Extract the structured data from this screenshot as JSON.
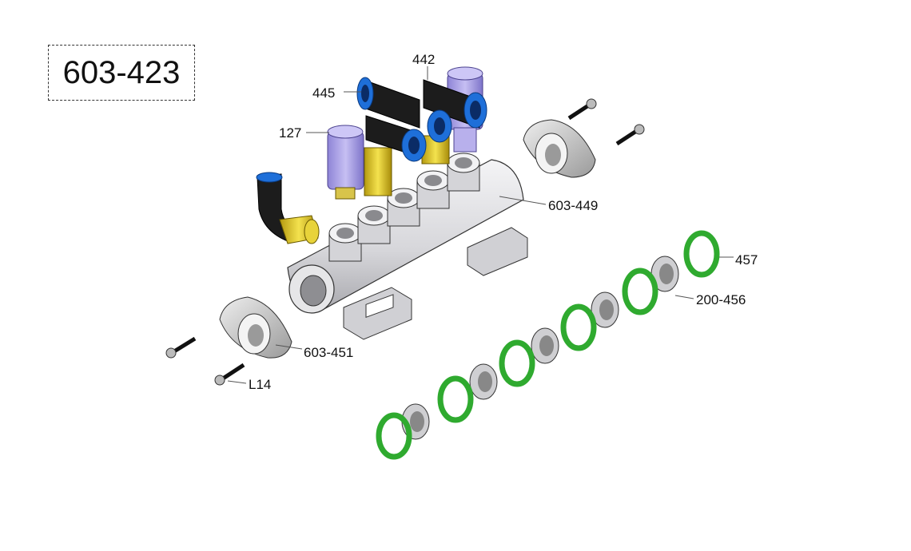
{
  "title": "603-423",
  "labels": {
    "part_442": "442",
    "part_445": "445",
    "part_127": "127",
    "part_603_449": "603-449",
    "part_457": "457",
    "part_200_456": "200-456",
    "part_603_451": "603-451",
    "part_L14": "L14"
  },
  "colors": {
    "body": "#dcdce0",
    "fitting": "#1c1c1c",
    "fitting_blue": "#1e6fd9",
    "brass": "#e8d33a",
    "silencer": "#a89ee8",
    "oring": "#2faa2f",
    "outline": "#333333"
  }
}
